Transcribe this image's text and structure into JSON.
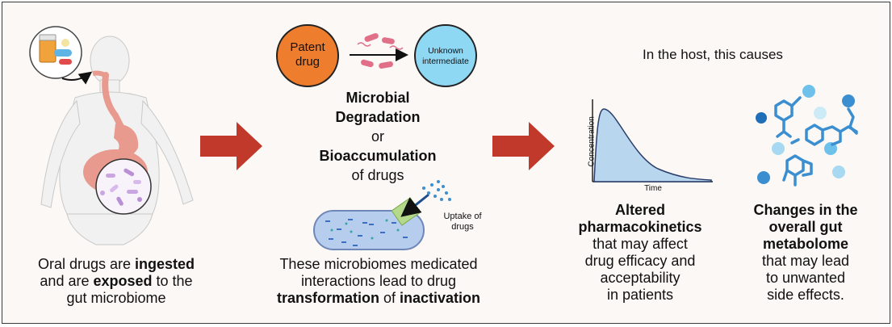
{
  "panel1": {
    "caption_l1_pre": "Oral drugs are ",
    "caption_l1_bold": "ingested",
    "caption_l2_pre": "and are ",
    "caption_l2_bold": "exposed",
    "caption_l2_post": " to the",
    "caption_l3": "gut microbiome"
  },
  "panel2": {
    "patent_l1": "Patent",
    "patent_l2": "drug",
    "unknown_l1": "Unknown",
    "unknown_l2": "intermediate",
    "microbial": "Microbial",
    "degradation": "Degradation",
    "or": "or",
    "bioaccumulation": "Bioaccumulation",
    "of_drugs": "of drugs",
    "uptake_l1": "Uptake of",
    "uptake_l2": "drugs",
    "caption_l1": "These microbiomes medicated",
    "caption_l2": "interactions lead to drug",
    "caption_l3_bold1": "transformation",
    "caption_l3_mid": " of ",
    "caption_l3_bold2": "inactivation"
  },
  "panel3": {
    "host_heading": "In the host, this causes",
    "ylabel": "Concentration",
    "xlabel": "Time",
    "altered_l1": "Altered",
    "altered_l2": "pharmacokinetics",
    "altered_l3": "that may affect",
    "altered_l4": "drug efficacy and",
    "altered_l5": "acceptability",
    "altered_l6": "in patients",
    "changes_l1": "Changes in the",
    "changes_l2": "overall gut",
    "changes_l3": "metabolome",
    "changes_l4": "that may lead",
    "changes_l5": "to unwanted",
    "changes_l6": "side effects."
  },
  "colors": {
    "arrow": "#c0392b",
    "patent": "#ef7d2e",
    "unknown": "#8fd8f4",
    "curve_fill": "#b9d6ef",
    "molecule": "#3b8fd1",
    "body": "#f1f1f1",
    "gut": "#e99a8e"
  }
}
